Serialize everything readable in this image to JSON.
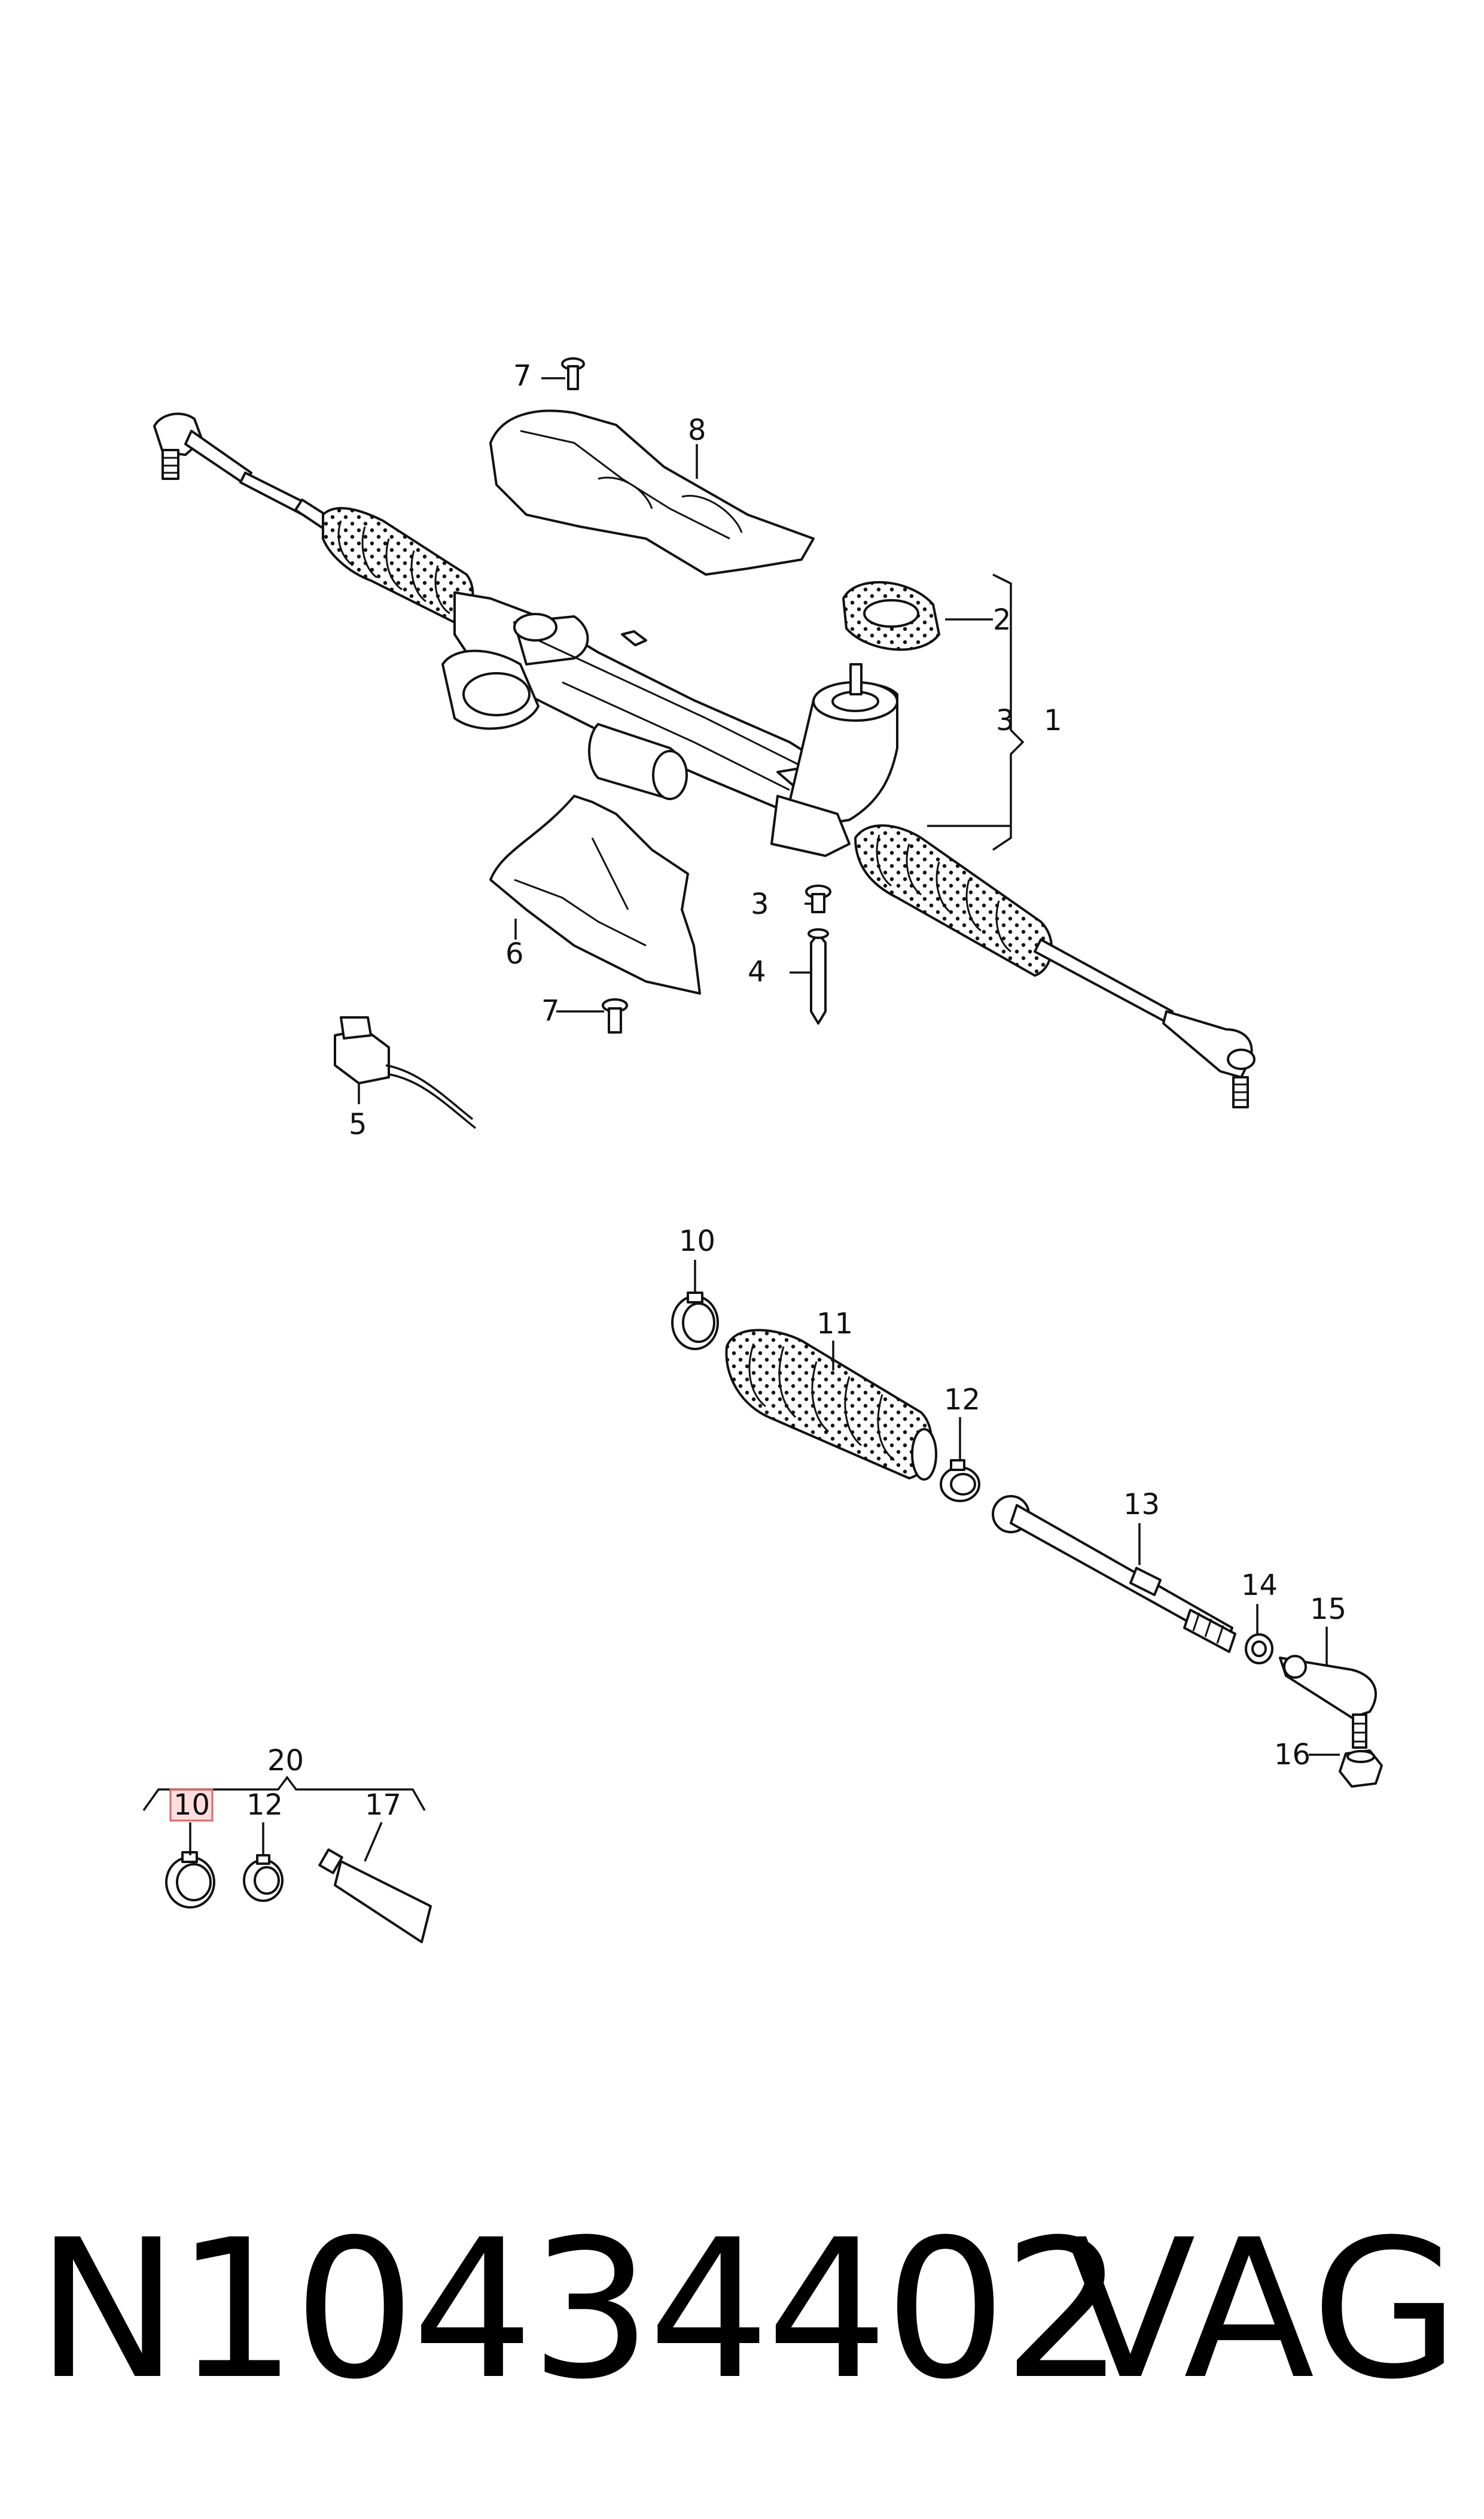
{
  "callouts": {
    "c1": "1",
    "c2": "2",
    "c3a": "3",
    "c3b": "3",
    "c4": "4",
    "c5": "5",
    "c6": "6",
    "c7a": "7",
    "c7b": "7",
    "c8": "8",
    "c10a": "10",
    "c11": "11",
    "c12a": "12",
    "c13": "13",
    "c14": "14",
    "c15": "15",
    "c16": "16",
    "c20": "20",
    "c10b": "10",
    "c12b": "12",
    "c17": "17"
  },
  "highlighted_callout": "10",
  "footer": {
    "part_number": "N10434402",
    "brand": "VAG"
  }
}
